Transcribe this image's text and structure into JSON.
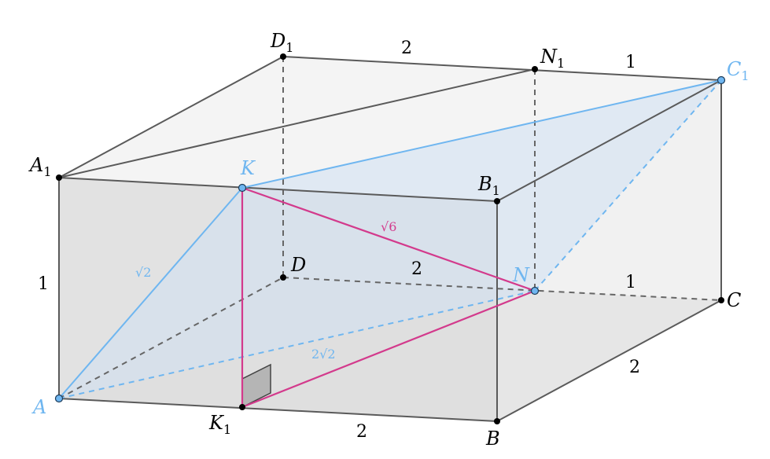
{
  "colors": {
    "edge": "#555555",
    "hidden": "#666666",
    "blue": "#6fb6f0",
    "pink": "#d33a8c",
    "face_top": "#f4f4f4",
    "face_front": "#e2e2e2",
    "face_right": "#f1f1f1",
    "plane": "#cfe0f2",
    "right_angle": "#b5b5b5"
  },
  "vertices": {
    "A": {
      "name": "A",
      "sub": ""
    },
    "B": {
      "name": "B",
      "sub": ""
    },
    "C": {
      "name": "C",
      "sub": ""
    },
    "D": {
      "name": "D",
      "sub": ""
    },
    "A1": {
      "name": "A",
      "sub": "1"
    },
    "B1": {
      "name": "B",
      "sub": "1"
    },
    "C1": {
      "name": "C",
      "sub": "1"
    },
    "D1": {
      "name": "D",
      "sub": "1"
    },
    "K": {
      "name": "K",
      "sub": ""
    },
    "K1": {
      "name": "K",
      "sub": "1"
    },
    "N": {
      "name": "N",
      "sub": ""
    },
    "N1": {
      "name": "N",
      "sub": "1"
    }
  },
  "edge_labels": {
    "D1N1": "2",
    "N1C1": "1",
    "DN": "2",
    "NC": "1",
    "CB": "2",
    "K1B": "2",
    "AA1": "1",
    "AK": "√2",
    "KN": "√6",
    "AN": "2√2"
  }
}
